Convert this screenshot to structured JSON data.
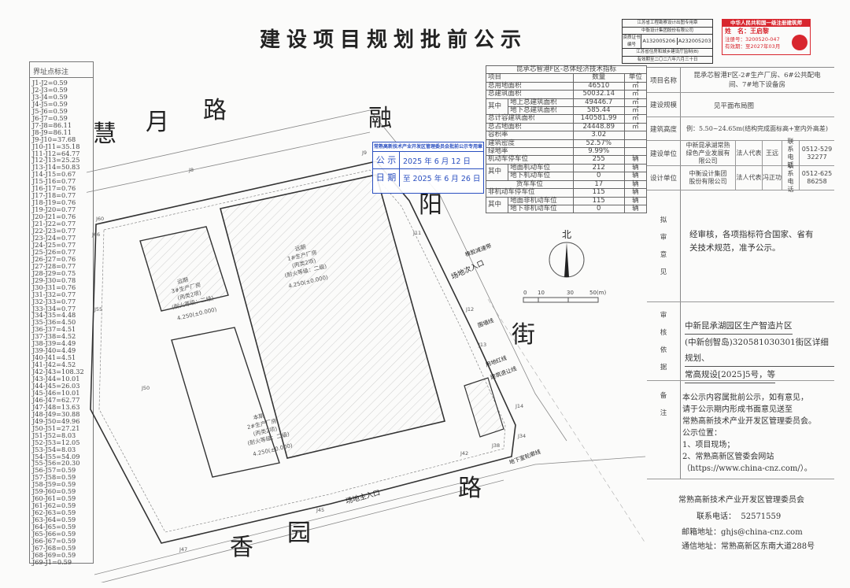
{
  "title": "建设项目规划批前公示",
  "boundary": {
    "header": "界址点标注",
    "items": [
      "J1-J2=0.59",
      "J2-J3=0.59",
      "J3-J4=0.59",
      "J4-J5=0.59",
      "J5-J6=0.59",
      "J6-J7=0.59",
      "J7-J8=86.11",
      "J8-J9=86.11",
      "J9-J10=37.68",
      "J10-J11=35.18",
      "J11-J12=64.77",
      "J12-J13=25.25",
      "J13-J14=50.83",
      "J14-J15=0.67",
      "J15-J16=0.77",
      "J16-J17=0.76",
      "J17-J18=0.77",
      "J18-J19=0.76",
      "J19-J20=0.77",
      "J20-J21=0.76",
      "J21-J22=0.77",
      "J22-J23=0.77",
      "J23-J24=0.77",
      "J24-J25=0.77",
      "J25-J26=0.77",
      "J26-J27=0.76",
      "J27-J28=0.77",
      "J28-J29=0.75",
      "J29-J30=0.78",
      "J30-J31=0.76",
      "J31-J32=0.77",
      "J32-J33=0.77",
      "J33-J34=0.77",
      "J34-J35=4.48",
      "J35-J36=4.50",
      "J36-J37=4.51",
      "J37-J38=4.52",
      "J38-J39=4.49",
      "J39-J40=4.49",
      "J40-J41=4.51",
      "J41-J42=4.52",
      "J42-J43=108.32",
      "J43-J44=10.01",
      "J44-J45=26.03",
      "J45-J46=10.01",
      "J46-J47=62.77",
      "J47-J48=13.63",
      "J48-J49=30.88",
      "J49-J50=49.96",
      "J50-J51=27.21",
      "J51-J52=8.03",
      "J52-J53=12.05",
      "J53-J54=8.03",
      "J54-J55=54.09",
      "J55-J56=20.30",
      "J56-J57=0.59",
      "J57-J58=0.59",
      "J58-J59=0.59",
      "J59-J60=0.59",
      "J60-J61=0.59",
      "J61-J62=0.59",
      "J62-J63=0.59",
      "J63-J64=0.59",
      "J64-J65=0.59",
      "J65-J66=0.59",
      "J66-J67=0.59",
      "J67-J68=0.59",
      "J68-J69=0.59",
      "J69-J1=0.59"
    ]
  },
  "econ": {
    "title": "昆承芯智港F区-总体经济技术指标",
    "head": [
      "项目",
      "数量",
      "单位"
    ],
    "sub": "其中",
    "rows": {
      "land": [
        "总用地面积",
        "46510",
        "㎡"
      ],
      "build": [
        "总建筑面积",
        "50032.14",
        "㎡"
      ],
      "above": [
        "地上总建筑面积",
        "49446.7",
        "㎡"
      ],
      "below": [
        "地下总建筑面积",
        "585.44",
        "㎡"
      ],
      "far_area": [
        "总计容建筑面积",
        "140581.99",
        "㎡"
      ],
      "footprint": [
        "总占地面积",
        "24448.89",
        "㎡"
      ],
      "far": [
        "容积率",
        "3.02",
        ""
      ],
      "density": [
        "建筑密度",
        "52.57%",
        ""
      ],
      "green": [
        "绿地率",
        "9.99%",
        ""
      ],
      "car": [
        "机动车停车位",
        "255",
        "辆"
      ],
      "car_ground": [
        "地面机动车位",
        "212",
        "辆"
      ],
      "car_under": [
        "地下机动车位",
        "0",
        "辆"
      ],
      "truck": [
        "货车车位",
        "17",
        "辆"
      ],
      "bike": [
        "非机动车停车位",
        "115",
        "辆"
      ],
      "bike_ground": [
        "地面非机动车位",
        "115",
        "辆"
      ],
      "bike_under": [
        "地下非机动车位",
        "0",
        "辆"
      ]
    }
  },
  "stamps": {
    "design": {
      "l1": "江苏省工程勘察设计出图专用章",
      "l2": "中衡设计集团股份有限公司",
      "cert_label": "资质证书编号",
      "c1": "A132005206",
      "c2": "A232005203",
      "l4": "江苏省住房和城乡建设厅监制(B)",
      "l5": "有效期至二〇二六年六月三十日"
    },
    "architect": {
      "l1": "中华人民共和国一级注册建筑师",
      "name": "姓　名：王启黎",
      "reg": "注册号：3200520-047",
      "valid": "有效期：至2027年03月"
    },
    "notice": {
      "l1": "常熟高新技术产业开发区管理委员会批前公示专用章",
      "l2a": "公 示",
      "l2b": "2025 年 6 月 12 日",
      "l3a": "日 期",
      "l3b": "至 2025 年 6 月 26 日"
    }
  },
  "right": {
    "name_label": "项目名称",
    "name": "昆承芯智港F区-2#生产厂房、6#公共配电间、7#地下设备房",
    "scale_label": "建设规模",
    "scale": "见平面布局图",
    "height_label": "建筑高度",
    "height": "例：5.50~24.65m(结构完成面标高+室内外高差)",
    "builder_label": "建设单位",
    "builder": "中新昆承湖常熟绿色产业发展有限公司",
    "legal": "法人代表",
    "builder_rep": "王远",
    "tel_label": "联系电话",
    "builder_tel": "0512-52932277",
    "designer_label": "设计单位",
    "designer": "中衡设计集团股份有限公司",
    "designer_rep": "冯正功",
    "designer_tel": "0512-62586258",
    "opinion_label": [
      "拟",
      "审",
      "意",
      "见"
    ],
    "opinion": "经审核，各项指标符合国家、省有关技术规范，准予公示。",
    "basis_label": [
      "审",
      "核",
      "依",
      "据"
    ],
    "basis": [
      "中新昆承湖园区生产智造片区",
      "(中新创智岛)320581030301街区详细规划、",
      "常高规设[2025]5号，等"
    ],
    "note_label": [
      "备",
      "注"
    ],
    "note": [
      "本公示内容属批前公示，如有意见，",
      "请于公示期内形成书面意见送至",
      "常熟高新技术产业开发区管理委员会。",
      "公示位置：",
      "1、项目现场；",
      "2、常熟高新区管委会网站",
      "（https://www.china-cnz.com/）。"
    ]
  },
  "footer": {
    "org": "常熟高新技术产业开发区管理委员会",
    "tel_label": "联系电话：",
    "tel": "52571559",
    "email_label": "邮箱地址：",
    "email": "ghjs@china-cnz.com",
    "addr_label": "通信地址：",
    "addr": "常熟高新区东南大道288号"
  },
  "plan": {
    "roads": {
      "r1": [
        "慧",
        "月",
        "路"
      ],
      "r2": [
        "融",
        "阳",
        "街"
      ],
      "r3": [
        "香",
        "园",
        "路"
      ]
    },
    "north": "北",
    "scale": [
      "0",
      "10",
      "30",
      "50(m)"
    ],
    "b1": [
      "远期",
      "1#生产厂房",
      "(丙类2项)",
      "(耐火等级：二级)",
      "4.250(±0.000)"
    ],
    "b2": [
      "本期",
      "2#生产厂房",
      "(丙类2项)",
      "(耐火等级：二级)",
      "4.250(±0.000)"
    ],
    "b3": [
      "远期",
      "3#生产厂房",
      "(丙类2项)",
      "(耐火等级：二级)",
      "4.250(±0.000)"
    ],
    "labels": {
      "entry2": "场地次入口",
      "entry1": "场地主入口",
      "wall": "围墙线",
      "red": "用地红线",
      "setback": "建筑退让线",
      "basement": "地下室轮廓线",
      "bump": "橡胶减速带"
    },
    "points": [
      "J8",
      "J9",
      "J11",
      "J12",
      "J13",
      "J14",
      "J34",
      "J38",
      "J42",
      "J45",
      "J47",
      "J50",
      "J55",
      "J60",
      "J66"
    ]
  },
  "colors": {
    "red_stamp": "#d8262e",
    "blue_stamp": "#2a4fc0",
    "line": "#444444"
  }
}
